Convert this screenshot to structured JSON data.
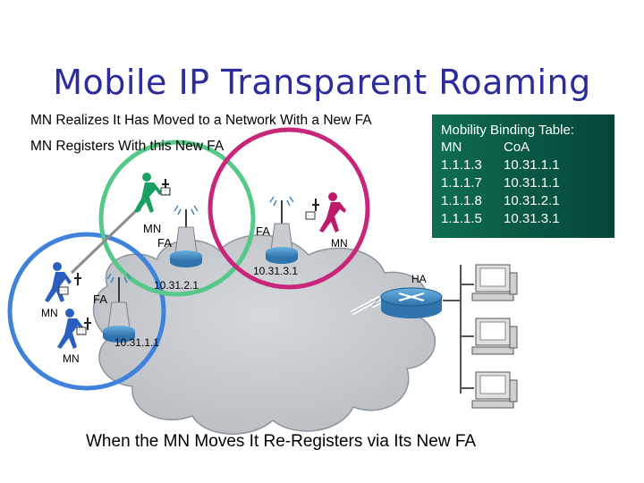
{
  "slide": {
    "title": "Mobile IP Transparent Roaming",
    "line1": "MN Realizes It Has Moved to a Network With a New FA",
    "line2": "MN Registers With this New FA",
    "footer": "When the MN Moves It Re-Registers via Its New FA"
  },
  "binding_table": {
    "heading": "Mobility Binding Table:",
    "col_mn": "MN",
    "col_coa": "CoA",
    "rows": [
      {
        "mn": "1.1.1.3",
        "coa": "10.31.1.1"
      },
      {
        "mn": "1.1.1.7",
        "coa": "10.31.1.1"
      },
      {
        "mn": "1.1.1.8",
        "coa": "10.31.2.1"
      },
      {
        "mn": "1.1.1.5",
        "coa": "10.31.3.1"
      }
    ]
  },
  "labels": {
    "mn_green": "MN",
    "fa_green": "FA",
    "fa_pink": "FA",
    "mn_pink": "MN",
    "ip_green": "10.31.2.1",
    "ip_pink": "10.31.3.1",
    "ha": "HA",
    "fa_blue": "FA",
    "mn_blue_1": "MN",
    "mn_blue_2": "MN",
    "ip_blue": "10.31.1.1"
  },
  "colors": {
    "title": "#2b2b9b",
    "circle_blue": "#3f82dc",
    "circle_green": "#56c98a",
    "circle_pink": "#c8267a",
    "cloud": "#c9cdd1",
    "router": "#3f86bf",
    "table_bg": "#0a5a46",
    "person_green": "#1aa060",
    "person_blue": "#2a5fc0",
    "person_pink": "#c01a6a"
  }
}
